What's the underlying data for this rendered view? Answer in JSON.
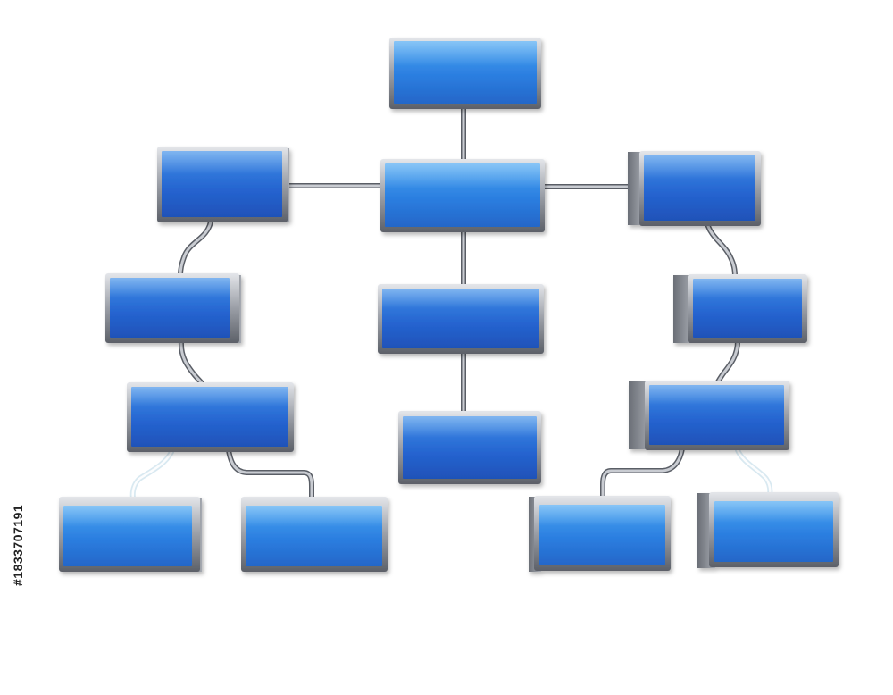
{
  "diagram": {
    "type": "hierarchy",
    "node_count": 14,
    "node_text": "",
    "box_fill_color": "#2f7fe0",
    "box_fill_light_color": "#4aa6f0",
    "frame_color": "#9a9ea6",
    "connector_color": "#b8bcc4"
  },
  "watermark": {
    "stock_id": "#1833707191"
  }
}
